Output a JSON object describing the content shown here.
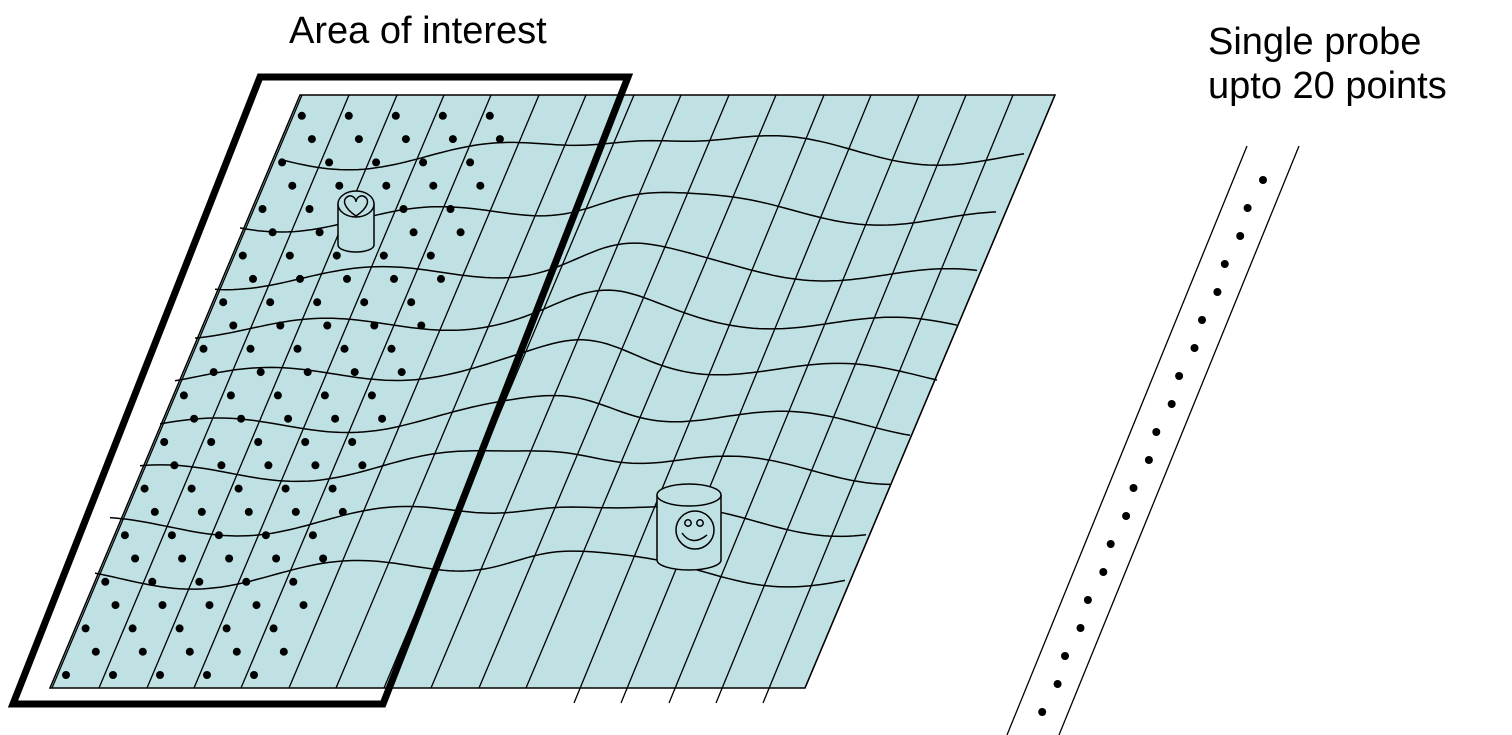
{
  "labels": {
    "area_of_interest": "Area of interest",
    "single_probe_line1": "Single probe",
    "single_probe_line2": "upto 20 points"
  },
  "colors": {
    "sheet_fill": "#bfe1e3",
    "line": "#000000",
    "background": "#ffffff"
  },
  "icons": {
    "heart_cylinder": "heart-cylinder-icon",
    "smiley_cylinder": "smiley-cylinder-icon"
  }
}
